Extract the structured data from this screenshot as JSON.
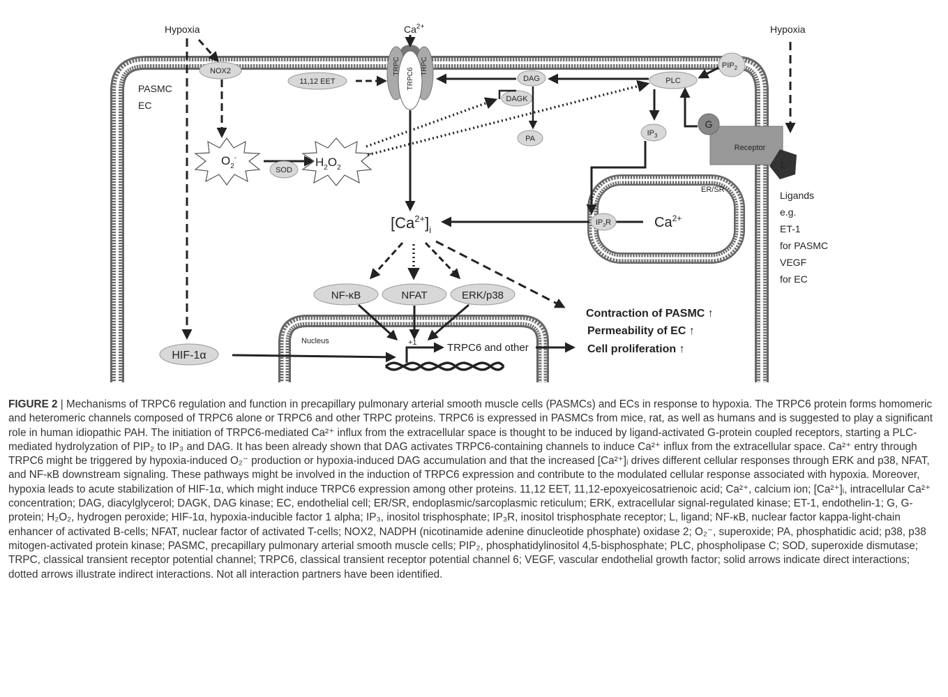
{
  "diagram": {
    "hypoxia_left": "Hypoxia",
    "hypoxia_right": "Hypoxia",
    "cell_types": [
      "PASMC",
      "EC"
    ],
    "nox2": "NOX2",
    "eet": "11,12 EET",
    "trpc_left": "TRPC",
    "trpc6": "TRPC6",
    "trpc_right": "TRPC",
    "dag": "DAG",
    "dagk": "DAGK",
    "pa": "PA",
    "plc": "PLC",
    "pip2": "PIP",
    "pip2_sub": "2",
    "ip3": "IP",
    "ip3_sub": "3",
    "g_protein": "G",
    "receptor": "Receptor",
    "ligand": "L",
    "ligands_text": [
      "Ligands",
      "e.g.",
      "ET-1",
      "for PASMC",
      "VEGF",
      "for EC"
    ],
    "o2": "O",
    "o2_sub": "2",
    "o2_sup": "-",
    "sod": "SOD",
    "h2o2": "H",
    "h2o2_sub1": "2",
    "h2o2_mid": "O",
    "h2o2_sub2": "2",
    "ca_top": "Ca",
    "ca_top_sup": "2+",
    "ca_i": "[Ca",
    "ca_i_sup": "2+",
    "ca_i_close": "]",
    "ca_i_sub": "i",
    "er_sr": "ER/SR",
    "ip3r": "IP",
    "ip3r_sub": "3",
    "ip3r_end": "R",
    "ca_er": "Ca",
    "ca_er_sup": "2+",
    "nfkb": "NF-κB",
    "nfat": "NFAT",
    "erk": "ERK/p38",
    "hif": "HIF-1α",
    "nucleus": "Nucleus",
    "plus1": "+1",
    "trpc6_other": "TRPC6 and other",
    "outcomes": [
      "Contraction of PASMC ↑",
      "Permeability of EC ↑",
      "Cell proliferation ↑"
    ]
  },
  "caption": {
    "label": "FIGURE 2",
    "sep": " | ",
    "text": "Mechanisms of TRPC6 regulation and function in precapillary pulmonary arterial smooth muscle cells (PASMCs) and ECs in response to hypoxia. The TRPC6 protein forms homomeric and heteromeric channels composed of TRPC6 alone or TRPC6 and other TRPC proteins. TRPC6 is expressed in PASMCs from mice, rat, as well as humans and is suggested to play a significant role in human idiopathic PAH. The initiation of TRPC6-mediated Ca²⁺ influx from the extracellular space is thought to be induced by ligand-activated G-protein coupled receptors, starting a PLC-mediated hydrolyzation of PIP₂ to IP₃ and DAG. It has been already shown that DAG activates TRPC6-containing channels to induce Ca²⁺ influx from the extracellular space. Ca²⁺ entry through TRPC6 might be triggered by hypoxia-induced O₂⁻ production or hypoxia-induced DAG accumulation and that the increased [Ca²⁺]ᵢ drives different cellular responses through ERK and p38, NFAT, and NF-κB downstream signaling. These pathways might be involved in the induction of TRPC6 expression and contribute to the modulated cellular response associated with hypoxia. Moreover, hypoxia leads to acute stabilization of HIF-1α, which might induce TRPC6 expression among other proteins. 11,12 EET, 11,12-epoxyeicosatrienoic acid; Ca²⁺, calcium ion; [Ca²⁺]ᵢ, intracellular Ca²⁺ concentration; DAG, diacylglycerol; DAGK, DAG kinase; EC, endothelial cell; ER/SR, endoplasmic/sarcoplasmic reticulum; ERK, extracellular signal-regulated kinase; ET-1, endothelin-1; G, G-protein; H₂O₂, hydrogen peroxide; HIF-1α, hypoxia-inducible factor 1 alpha; IP₃, inositol trisphosphate; IP₃R, inositol trisphosphate receptor; L, ligand; NF-κB, nuclear factor kappa-light-chain enhancer of activated B-cells; NFAT, nuclear factor of activated T-cells; NOX2, NADPH (nicotinamide adenine dinucleotide phosphate) oxidase 2; O₂⁻, superoxide; PA, phosphatidic acid; p38, p38 mitogen-activated protein kinase; PASMC, precapillary pulmonary arterial smooth muscle cells; PIP₂, phosphatidylinositol 4,5-bisphosphate; PLC, phospholipase C; SOD, superoxide dismutase; TRPC, classical transient receptor potential channel; TRPC6, classical transient receptor potential channel 6; VEGF, vascular endothelial growth factor; solid arrows indicate direct interactions; dotted arrows illustrate indirect interactions. Not all interaction partners have been identified."
  }
}
